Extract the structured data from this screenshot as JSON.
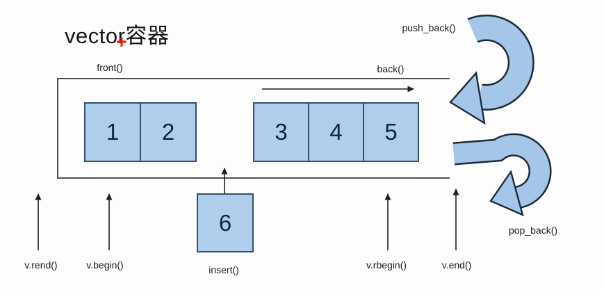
{
  "title": {
    "text": "vector容器",
    "cursor": "+"
  },
  "labels": {
    "front": "front()",
    "back": "back()",
    "push_back": "push_back()",
    "pop_back": "pop_back()",
    "v_rend": "v.rend()",
    "v_begin": "v.begin()",
    "insert": "insert()",
    "v_rbegin": "v.rbegin()",
    "v_end": "v.end()"
  },
  "vector_cells": [
    "1",
    "2",
    "3",
    "4",
    "5"
  ],
  "insert_cell": "6",
  "icons": {
    "push_back_arrow": "curved-clockwise-arrow",
    "pop_back_arrow": "curved-clockwise-arrow",
    "direction_arrow": "right-arrow",
    "pointer_arrows": "up-arrow"
  },
  "colors": {
    "cell_fill": "#afceec",
    "cell_border": "#33506e",
    "arrow_fill": "#a5c6e8",
    "arrow_outline": "#1c2b3a",
    "thin_arrow": "#1f1f1f",
    "box_border": "#4f4f4f",
    "text_color": "#1a1a1a",
    "cell_text": "#10243a",
    "accent_red": "#ee1208"
  }
}
